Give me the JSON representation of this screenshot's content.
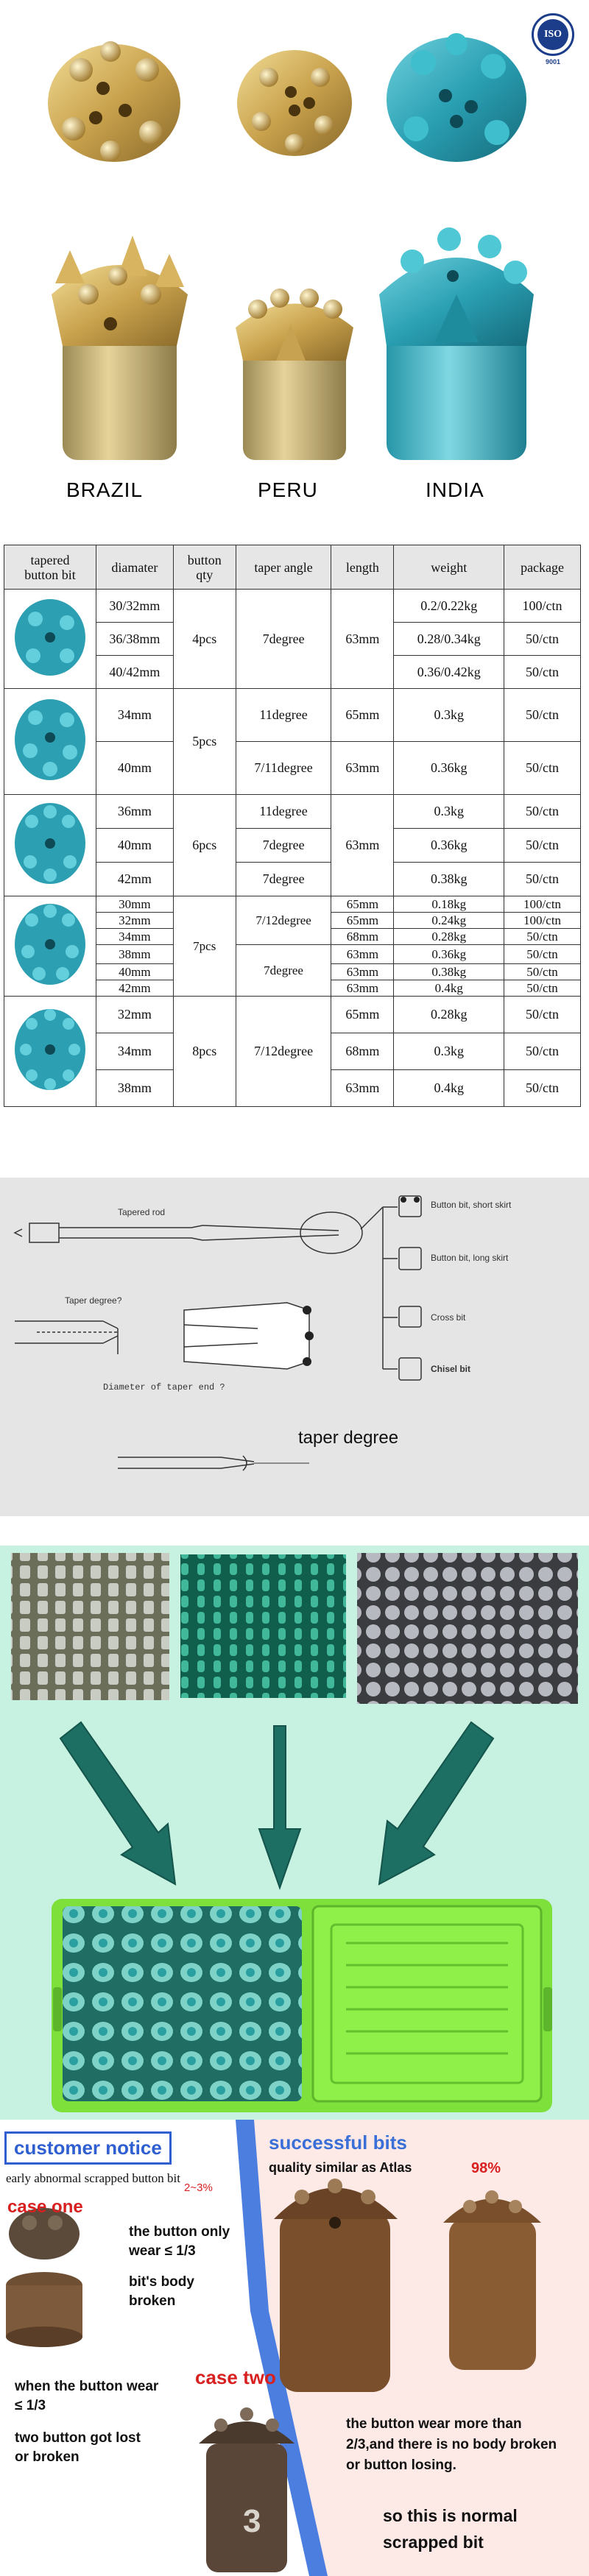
{
  "photos": {
    "labels": [
      "BRAZIL",
      "PERU",
      "INDIA"
    ],
    "iso": {
      "mark": "ISO",
      "number": "9001"
    }
  },
  "table": {
    "headers": [
      "tapered\nbutton bit",
      "diamater",
      "button\nqty",
      "taper angle",
      "length",
      "weight",
      "package"
    ],
    "groups": [
      {
        "qty": "4pcs",
        "rows": [
          {
            "diameter": "30/32mm",
            "weight": "0.2/0.22kg",
            "package": "100/ctn"
          },
          {
            "diameter": "36/38mm",
            "weight": "0.28/0.34kg",
            "package": "50/ctn"
          },
          {
            "diameter": "40/42mm",
            "weight": "0.36/0.42kg",
            "package": "50/ctn"
          }
        ],
        "angle": "7degree",
        "length": "63mm"
      },
      {
        "qty": "5pcs",
        "rows": [
          {
            "diameter": "34mm",
            "angle": "11degree",
            "length": "65mm",
            "weight": "0.3kg",
            "package": "50/ctn"
          },
          {
            "diameter": "40mm",
            "angle": "7/11degree",
            "length": "63mm",
            "weight": "0.36kg",
            "package": "50/ctn"
          }
        ]
      },
      {
        "qty": "6pcs",
        "length": "63mm",
        "rows": [
          {
            "diameter": "36mm",
            "angle": "11degree",
            "weight": "0.3kg",
            "package": "50/ctn"
          },
          {
            "diameter": "40mm",
            "angle": "7degree",
            "weight": "0.36kg",
            "package": "50/ctn"
          },
          {
            "diameter": "42mm",
            "angle": "7degree",
            "weight": "0.38kg",
            "package": "50/ctn"
          }
        ]
      },
      {
        "qty": "7pcs",
        "angle_a": "7/12degree",
        "angle_b": "7degree",
        "rows": [
          {
            "diameter": "30mm",
            "length": "65mm",
            "weight": "0.18kg",
            "package": "100/ctn"
          },
          {
            "diameter": "32mm",
            "length": "65mm",
            "weight": "0.24kg",
            "package": "100/ctn"
          },
          {
            "diameter": "34mm",
            "length": "68mm",
            "weight": "0.28kg",
            "package": "50/ctn"
          },
          {
            "diameter": "38mm",
            "length": "63mm",
            "weight": "0.36kg",
            "package": "50/ctn"
          },
          {
            "diameter": "40mm",
            "length": "63mm",
            "weight": "0.38kg",
            "package": "50/ctn"
          },
          {
            "diameter": "42mm",
            "length": "63mm",
            "weight": "0.4kg",
            "package": "50/ctn"
          }
        ]
      },
      {
        "qty": "8pcs",
        "angle": "7/12degree",
        "rows": [
          {
            "diameter": "32mm",
            "length": "65mm",
            "weight": "0.28kg",
            "package": "50/ctn"
          },
          {
            "diameter": "34mm",
            "length": "68mm",
            "weight": "0.3kg",
            "package": "50/ctn"
          },
          {
            "diameter": "38mm",
            "length": "63mm",
            "weight": "0.4kg",
            "package": "50/ctn"
          }
        ]
      }
    ]
  },
  "diagram": {
    "tapered_rod": "Tapered rod",
    "taper_degree_q": "Taper degree?",
    "diameter_q": "Diameter of taper end ?",
    "bit_types": [
      "Button bit, short skirt",
      "Button bit, long skirt",
      "Cross bit",
      "Chisel bit"
    ],
    "taper_degree": "taper degree"
  },
  "notice": {
    "title": "customer notice",
    "subtitle": "early abnormal scrapped button bit",
    "percent_bad": "2~3%",
    "case_one": "case one",
    "case_one_text1": "the button only wear ≤ 1/3",
    "case_one_text2": "bit's body broken",
    "case_two": "case two",
    "case_two_text1": "when the button wear ≤ 1/3",
    "case_two_text2": "two button got lost or broken",
    "successful": "successful bits",
    "quality": "quality similar as Atlas",
    "percent_good": "98%",
    "good_text": "the button wear more than 2/3,and there is no body broken or button losing.",
    "normal_text": "so this is normal scrapped bit"
  }
}
